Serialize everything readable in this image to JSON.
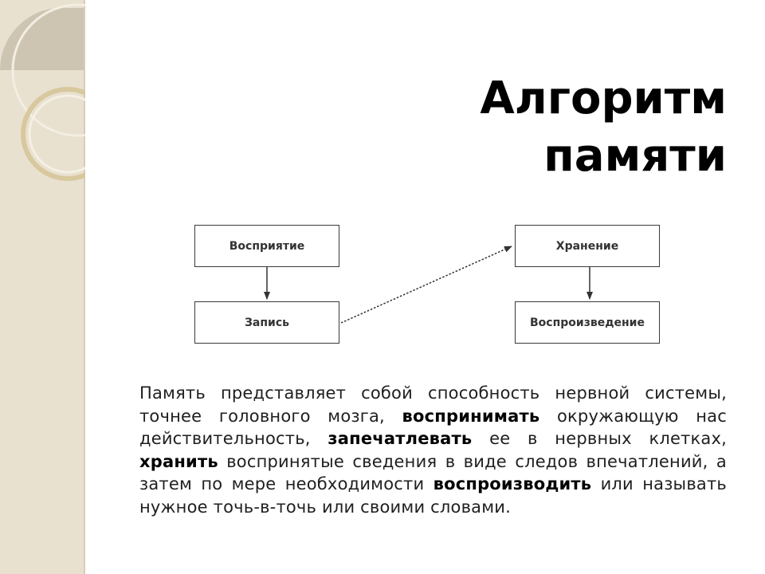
{
  "slide": {
    "title_line1": "Алгоритм",
    "title_line2": "памяти"
  },
  "diagram": {
    "nodes": {
      "perception": "Восприятие",
      "recording": "Запись",
      "storage": "Хранение",
      "reproduction": "Воспроизведение"
    }
  },
  "paragraph": {
    "part1": "Память представляет собой способность нервной системы, точнее головного мозга, ",
    "kw1": "воспринимать",
    "part2": " окружающую нас действительность, ",
    "kw2": "запечатлевать",
    "part3": " ее в нервных клетках, ",
    "kw3": "хранить",
    "part4": " воспринятые сведения в виде следов впечатлений, а затем по мере необходимости ",
    "kw4": "воспроизводить",
    "part5": " или называть нужное точь-в-точь или своими словами."
  },
  "colors": {
    "side_band": "#e8e1d0",
    "ring_light": "#f5f0e4",
    "ring_gold": "#d4c49a"
  }
}
